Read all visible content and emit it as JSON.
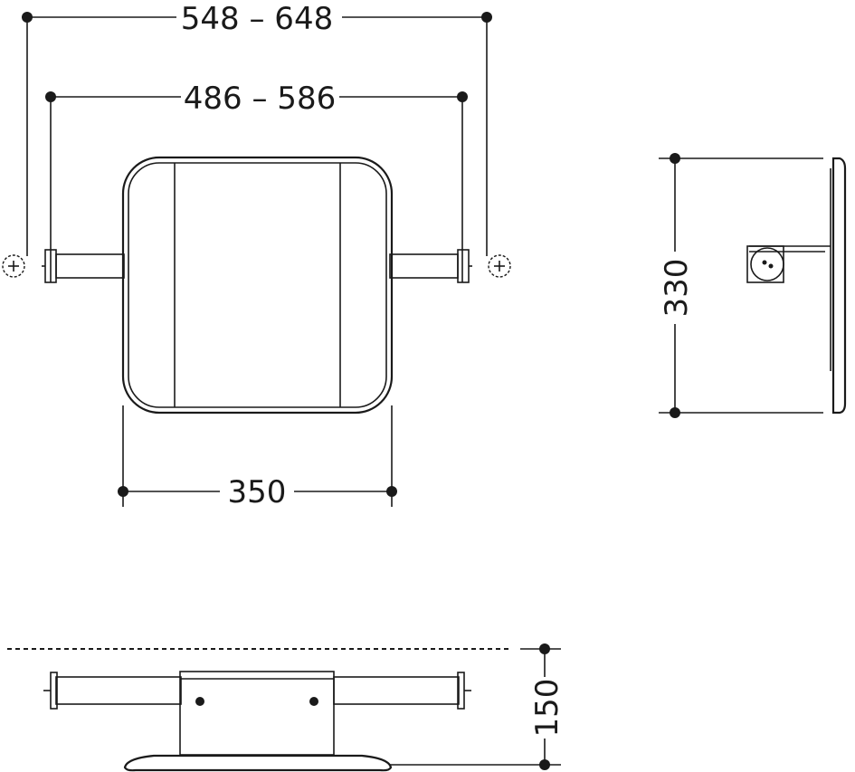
{
  "dimensions": {
    "outer_width": "548 – 648",
    "inner_width": "486 – 586",
    "seat_width": "350",
    "seat_depth": "330",
    "height": "150"
  }
}
